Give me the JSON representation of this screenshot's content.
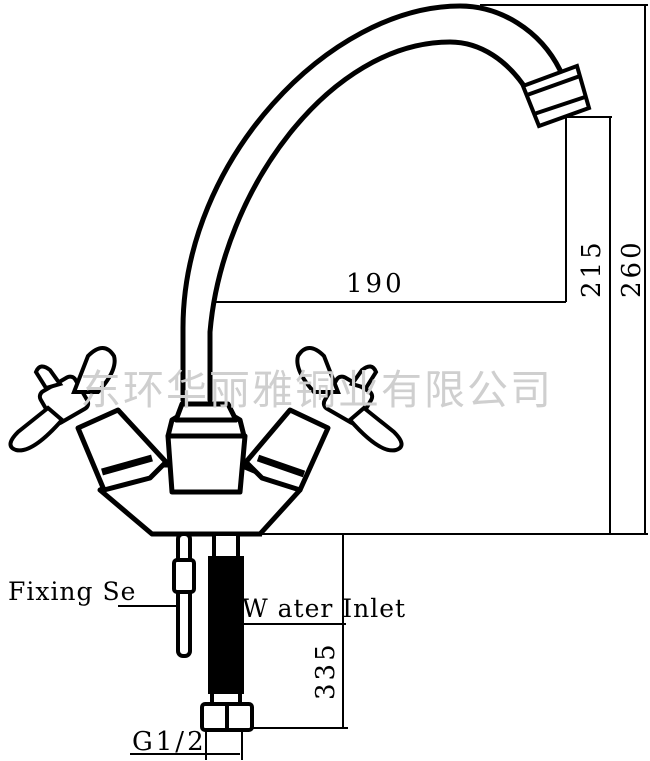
{
  "dimensions": {
    "spout_reach": "190",
    "spout_outlet_height": "215",
    "total_height": "260",
    "hose_length": "335",
    "thread_size": "G1/2"
  },
  "labels": {
    "fixing_set": "Fixing Se",
    "water_inlet": "W ater Inlet"
  },
  "watermark": {
    "text": "东环华丽雅铜业有限公司"
  }
}
